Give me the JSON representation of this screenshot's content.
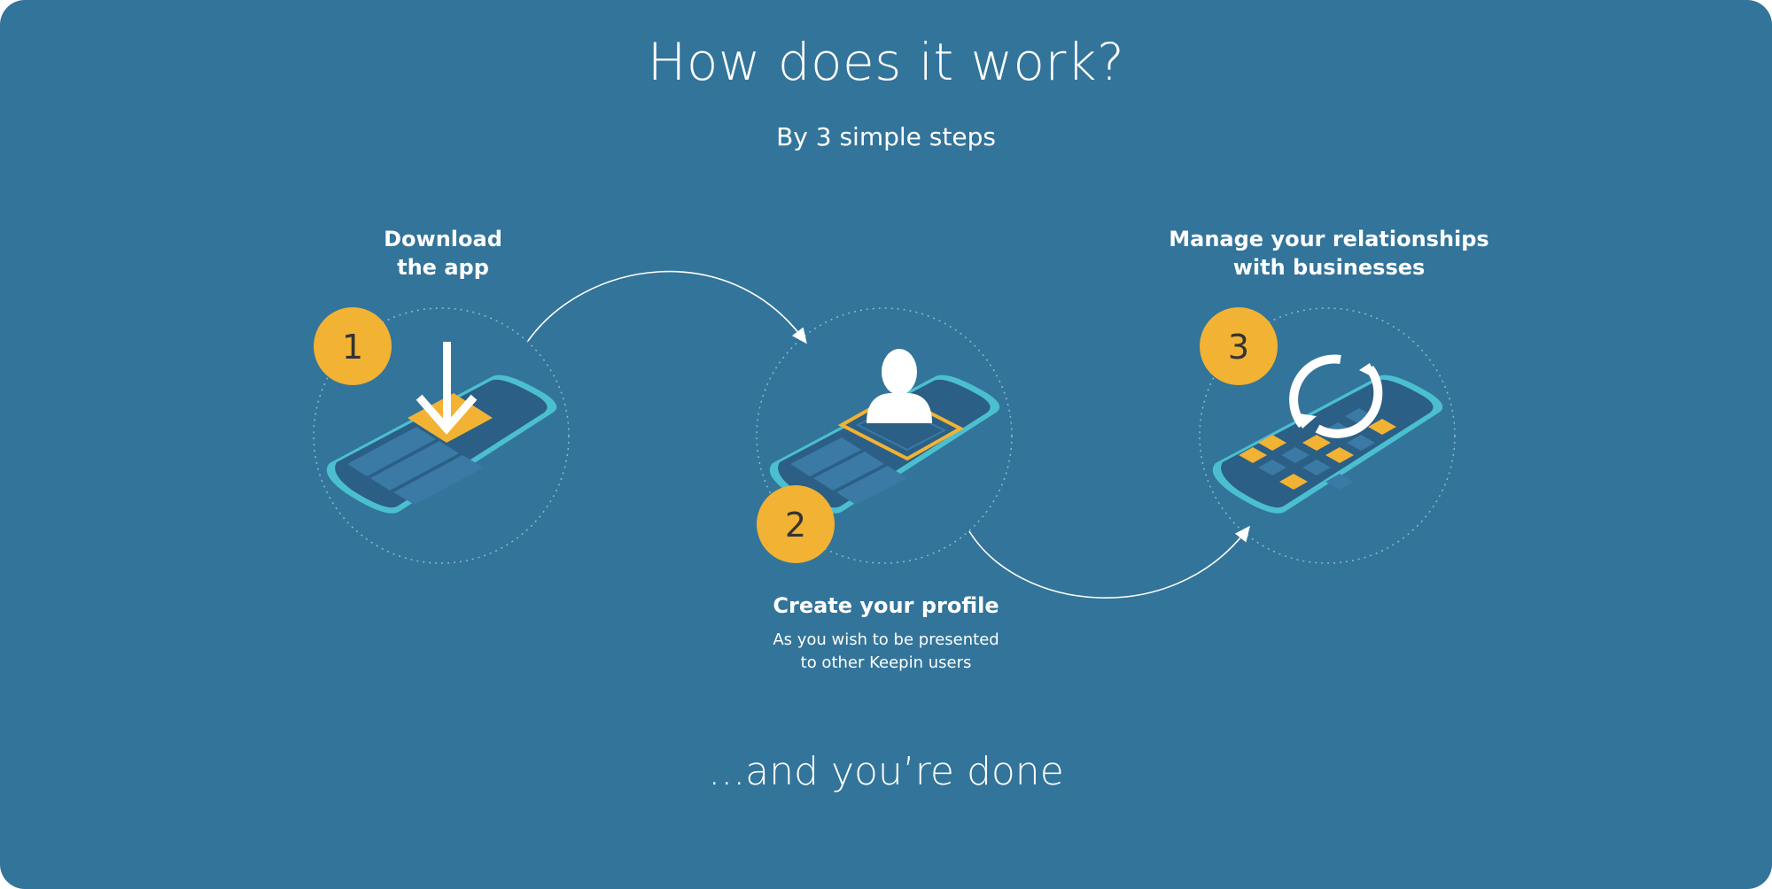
{
  "header": {
    "title": "How does it work?",
    "subtitle": "By 3 simple steps"
  },
  "steps": [
    {
      "number": "1",
      "title_lines": [
        "Download",
        "the app"
      ],
      "icon": "download-arrow-icon"
    },
    {
      "number": "2",
      "title_lines": [
        "Create your profile"
      ],
      "desc_lines": [
        "As you wish to be presented",
        "to other Keepin users"
      ],
      "icon": "profile-person-icon"
    },
    {
      "number": "3",
      "title_lines": [
        "Manage your relationships",
        "with businesses"
      ],
      "icon": "refresh-sync-icon"
    }
  ],
  "footer": {
    "text": "...and you’re done"
  },
  "colors": {
    "background": "#33749a",
    "badge": "#f2b233",
    "phone_frame": "#4bbfd0",
    "phone_screen": "#2b5f85",
    "accent_yellow": "#f2b233"
  }
}
